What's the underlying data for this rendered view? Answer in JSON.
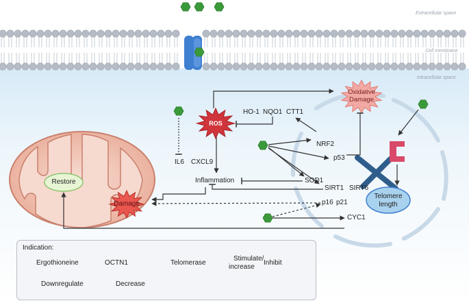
{
  "spaces": {
    "extracellular": "Extracellular space",
    "membrane": "Cell membrane",
    "intracellular": "Intracellular space"
  },
  "nodes": {
    "oxidative_damage": [
      "Oxidative",
      "Damage"
    ],
    "ros": "ROS",
    "ho1": "HO-1",
    "nqo1": "NQO1",
    "ctt1": "CTT1",
    "il6": "IL6",
    "cxcl9": "CXCL9",
    "nrf2": "NRF2",
    "p53": "p53",
    "inflammation": "Inflammation",
    "sod1": "SOD1",
    "sirt1": "SIRT1",
    "sirt6": "SIRT6",
    "restore": "Restore",
    "damage": "Damage",
    "p16": "p16",
    "p21": "p21",
    "cyc1": "CYC1",
    "telomere": [
      "Telomere",
      "length"
    ]
  },
  "legend": {
    "title": "Indication:",
    "ergothioneine": "Ergothioneine",
    "octn1": "OCTN1",
    "telomerase": "Telomerase",
    "stimulate": [
      "Stimulate/",
      "increase"
    ],
    "inhibit": "Inhibit",
    "downregulate": "Downregulate",
    "decrease": "Decrease"
  },
  "colors": {
    "ergothioneine": "#3a9a3a",
    "octn1": "#3f7fd0",
    "telomerase": "#d94a6a",
    "ros": "#d1353c",
    "damage_burst": "#f2a9a4",
    "membrane_head": "#b5bcc6",
    "intracellular": "#eaf4fb",
    "mitochondrion": "#f2c8bb",
    "telomere": "#a9d2ee"
  }
}
